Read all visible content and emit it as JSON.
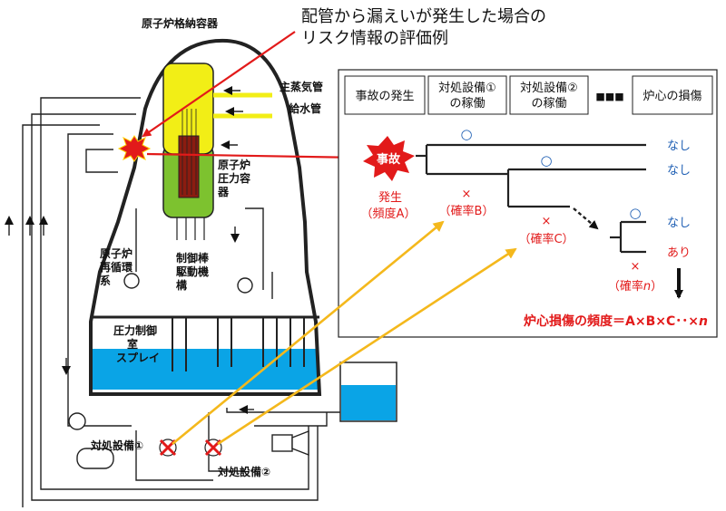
{
  "annotation": {
    "line1": "配管から漏えいが発生した場合の",
    "line2": "リスク情報の評価例"
  },
  "plant_labels": {
    "containment": "原子炉格納容器",
    "main_steam": "主蒸気管",
    "feedwater": "給水管",
    "rpv_1": "原子炉",
    "rpv_2": "圧力容",
    "rpv_3": "器",
    "recirc_1": "原子炉",
    "recirc_2": "再循環",
    "recirc_3": "系",
    "crd_1": "制御棒",
    "crd_2": "駆動機",
    "crd_3": "構",
    "suppression_1": "圧力制御",
    "suppression_2": "室",
    "spray": "スプレイ",
    "equip1": "対処設備①",
    "equip2": "対処設備②"
  },
  "event_tree": {
    "headers": [
      "事故の発生",
      "対処設備①",
      "の稼働",
      "対処設備②",
      "の稼働",
      "炉心の損傷"
    ],
    "dots": "■■■",
    "initiator": "事故",
    "occurrence": "発生",
    "freq_a": "（頻度A）",
    "success_mark": "○",
    "fail_mark": "×",
    "prob_b": "（確率B）",
    "prob_c": "（確率C）",
    "prob_n_prefix": "（確率",
    "prob_n_var": "n",
    "prob_n_suffix": "）",
    "outcome_none": "なし",
    "outcome_yes": "あり",
    "formula": "炉心損傷の頻度＝A×B×C･･×",
    "formula_var": "n"
  },
  "colors": {
    "red": "#e21a1a",
    "blue": "#1f5fb4",
    "water": "#0aa4e6",
    "yellow": "#f2ee16",
    "green": "#7dc22f",
    "arrow_orange": "#f4b81c"
  }
}
